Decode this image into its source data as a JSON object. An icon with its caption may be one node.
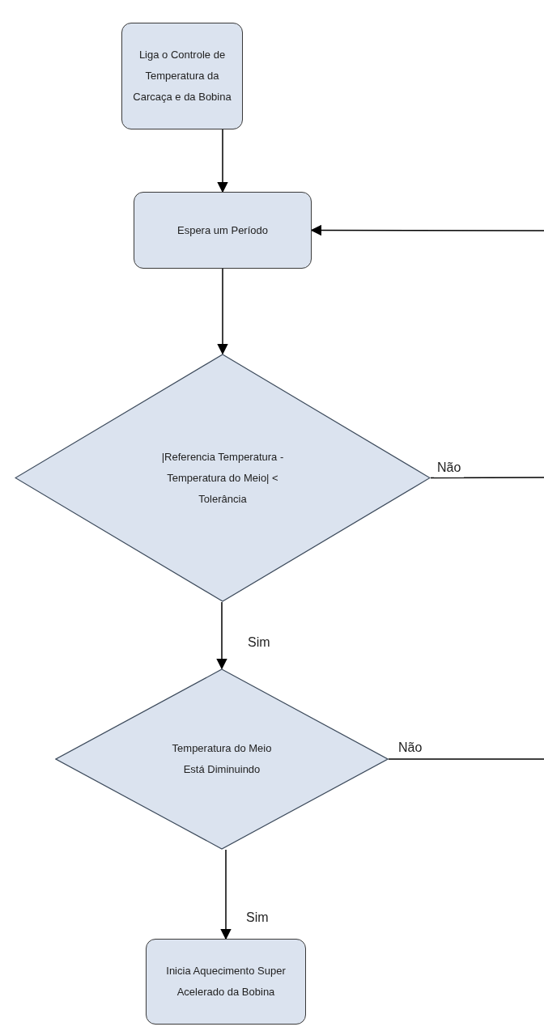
{
  "diagram": {
    "nodes": [
      {
        "text": [
          "Liga o Controle de Temperatura da Carcaça e da Bobina"
        ]
      },
      {
        "text": [
          "Espera um Período"
        ]
      },
      {
        "text": [
          "|Referencia Temperatura - Temperatura do Meio| < Tolerância"
        ]
      },
      {
        "text": [
          "Temperatura do Meio Está Diminuindo"
        ]
      },
      {
        "text": [
          "Inicia Aquecimento Super Acelerado da Bobina"
        ]
      }
    ],
    "edges": [
      {
        "from": 0,
        "to": 1,
        "arrow": "to"
      },
      {
        "from": 1,
        "to": 2,
        "arrow": "to"
      },
      {
        "from": null,
        "to": 1,
        "arrow": "to"
      },
      {
        "from": 2,
        "to": null,
        "arrow": "none",
        "label": "Não"
      },
      {
        "from": 2,
        "to": 3,
        "arrow": "to",
        "label": "Sim"
      },
      {
        "from": 3,
        "to": null,
        "arrow": "none",
        "label": "Não"
      },
      {
        "from": 3,
        "to": 4,
        "arrow": "to",
        "label": "Sim"
      }
    ]
  }
}
